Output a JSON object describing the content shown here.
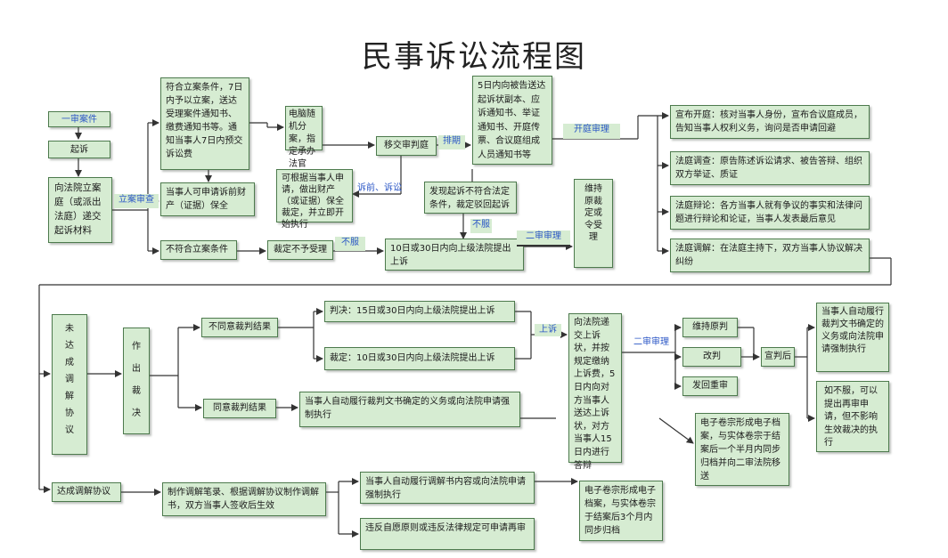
{
  "title": "民事诉讼流程图",
  "nodes": {
    "first_instance": "一审案件",
    "sue": "起诉",
    "submit": "向法院立案庭（或派出法庭）递交起诉材料",
    "meets_criteria": "符合立案条件，7日内予以立案，送达受理案件通知书、缴费通知书等。通知当事人7日内预交诉讼费",
    "preservation_request": "当事人可申请诉前财产（证据）保全",
    "not_meet_criteria": "不符合立案条件",
    "no_accept_ruling": "裁定不予受理",
    "random_assign": "电脑随机分案，指定承办法官",
    "transfer_trial": "移交审判庭",
    "service_5days": "5日内向被告送达起诉状副本、应诉通知书、举证通知书、开庭传票、合议庭组成人员通知书等",
    "applicant_preservation": "可根据当事人申请，做出财产（或证据）保全裁定，并立即开始执行",
    "dismiss_found": "发现起诉不符合法定条件，裁定驳回起诉",
    "appeal_10_30": "10日或30日内向上级法院提出上诉",
    "uphold_original": "维持原裁定或令受理",
    "court_opening": "宣布开庭：核对当事人身份，宣布合议庭成员，告知当事人权利义务，询问是否申请回避",
    "court_investigation": "法庭调查：原告陈述诉讼请求、被告答辩、组织双方举证、质证",
    "court_debate": "法庭辩论：各方当事人就有争议的事实和法律问题进行辩论和论证，当事人发表最后意见",
    "court_mediation": "法庭调解：在法庭主持下，双方当事人协议解决纠纷",
    "no_mediation": "未达成调解协议",
    "judgment": "作出裁决",
    "disagree": "不同意裁判结果",
    "agree": "同意裁判结果",
    "judgment_appeal": "判决：15日或30日内向上级法院提出上诉",
    "ruling_appeal": "裁定：10日或30日内向上级法院提出上诉",
    "voluntary_perform": "当事人自动履行裁判文书确定的义务或向法院申请强制执行",
    "submit_appeal": "向法院递交上诉状，并按规定缴纳上诉费，5日内向对方当事人送达上诉状，对方当事人15日内进行答辩",
    "uphold_verdict": "维持原判",
    "change_verdict": "改判",
    "remand": "发回重审",
    "pronounce": "宣判后",
    "voluntary_second": "当事人自动履行裁判文书确定的义务或向法院申请强制执行",
    "dissatisfied_retrial": "如不服，可以提出再审申请，但不影响生效裁决的执行",
    "e_dossier_second": "电子卷宗形成电子档案，与实体卷宗于结案后一个半月内同步归档并向二审法院移送",
    "mediation_reached": "达成调解协议",
    "mediation_record": "制作调解笔录、根据调解协议制作调解书，双方当事人签收后生效",
    "mediation_perform": "当事人自动履行调解书内容或向法院申请强制执行",
    "retrial_apply": "违反自愿原则或违反法律规定可申请再审",
    "e_dossier_first": "电子卷宗形成电子档案，与实体卷宗于结案后3个月内同步归档"
  },
  "labels": {
    "filing_review": "立案审查",
    "schedule": "排期",
    "pre_litigation": "诉前、诉讼",
    "open_trial": "开庭审理",
    "not_accept": "不服",
    "not_accept2": "不服",
    "second_trial": "二审审理",
    "appeal": "上诉",
    "second_trial2": "二审审理"
  },
  "colors": {
    "box_fill": "#d6ecd2",
    "box_border": "#4d7a4d",
    "label_text": "#2a56c6",
    "connector": "#333333"
  }
}
